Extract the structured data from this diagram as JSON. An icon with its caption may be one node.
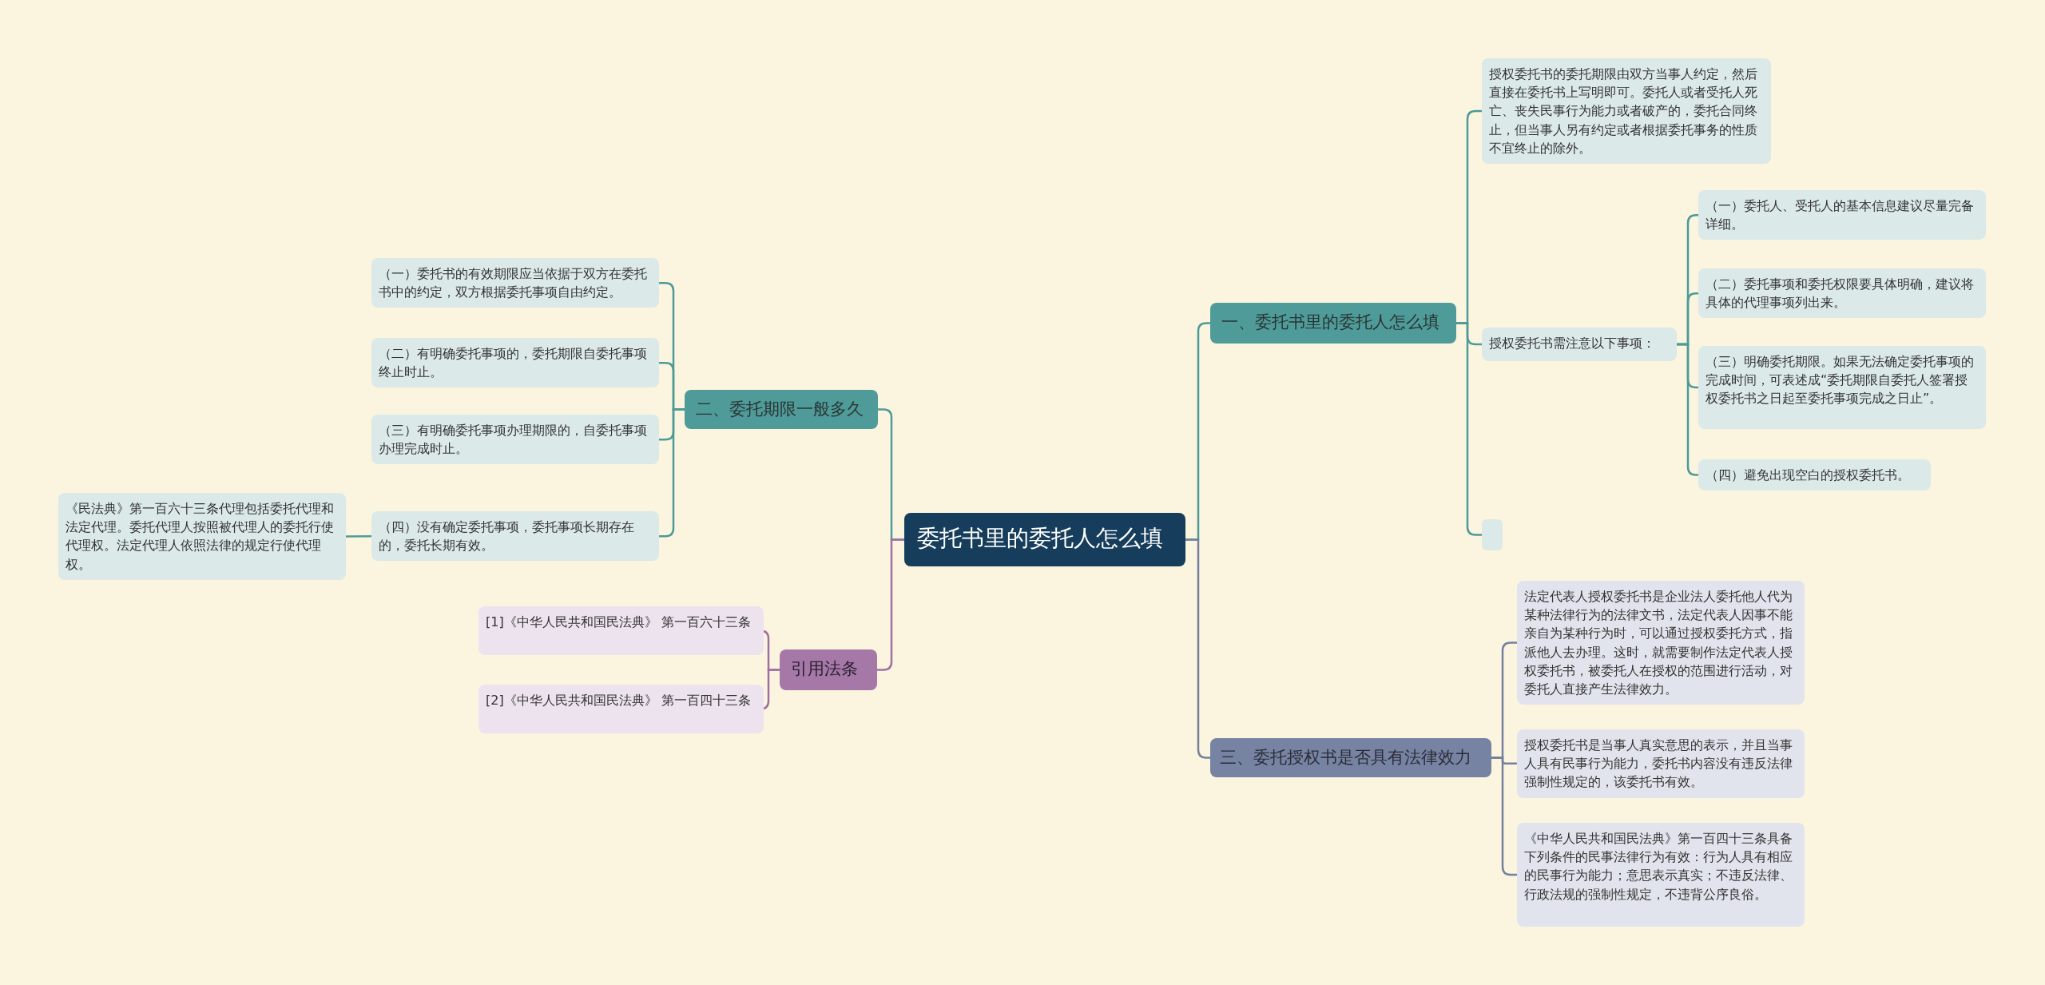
{
  "diagram": {
    "nodes": [
      {
        "text": [
          "委托书里的委托人怎么填"
        ]
      },
      {
        "text": [
          "一、委托书里的委托人怎么填"
        ]
      },
      {
        "text": [
          "授权委托书的委托期限由双方当事人约定，然后直接在委托书上写明即可。委托人或者受托人死亡、丧失民事行为能力或者破产的，委托合同终止，但当事人另有约定或者根据委托事务的性质不宜终止的除外。"
        ]
      },
      {
        "text": [
          "授权委托书需注意以下事项："
        ]
      },
      {
        "text": [
          "（一）委托人、受托人的基本信息建议尽量完备详细。"
        ]
      },
      {
        "text": [
          "（二）委托事项和委托权限要具体明确，建议将具体的代理事项列出来。"
        ]
      },
      {
        "text": [
          "（三）明确委托期限。如果无法确定委托事项的完成时间，可表述成“委托期限自委托人签署授权委托书之日起至委托事项完成之日止”。"
        ]
      },
      {
        "text": [
          "（四）避免出现空白的授权委托书。"
        ]
      },
      {
        "text": [],
        "shape": "box"
      },
      {
        "text": [
          "三、委托授权书是否具有法律效力"
        ]
      },
      {
        "text": [
          "法定代表人授权委托书是企业法人委托他人代为某种法律行为的法律文书，法定代表人因事不能亲自为某种行为时，可以通过授权委托方式，指派他人去办理。这时，就需要制作法定代表人授权委托书，被委托人在授权的范围进行活动，对委托人直接产生法律效力。"
        ]
      },
      {
        "text": [
          "授权委托书是当事人真实意思的表示，并且当事人具有民事行为能力，委托书内容没有违反法律强制性规定的，该委托书有效。"
        ]
      },
      {
        "text": [
          "《中华人民共和国民法典》第一百四十三条具备下列条件的民事法律行为有效：行为人具有相应的民事行为能力；意思表示真实；不违反法律、行政法规的强制性规定，不违背公序良俗。"
        ]
      },
      {
        "text": [
          "二、委托期限一般多久"
        ]
      },
      {
        "text": [
          "（一）委托书的有效期限应当依据于双方在委托书中的约定，双方根据委托事项自由约定。"
        ]
      },
      {
        "text": [
          "（二）有明确委托事项的，委托期限自委托事项终止时止。"
        ]
      },
      {
        "text": [
          "（三）有明确委托事项办理期限的，自委托事项办理完成时止。"
        ]
      },
      {
        "text": [
          "（四）没有确定委托事项，委托事项长期存在的，委托长期有效。"
        ]
      },
      {
        "text": [
          "《民法典》第一百六十三条代理包括委托代理和法定代理。委托代理人按照被代理人的委托行使代理权。法定代理人依照法律的规定行使代理权。"
        ]
      },
      {
        "text": [
          "引用法条"
        ]
      },
      {
        "text": [
          "[1]《中华人民共和国民法典》 第一百六十三条"
        ]
      },
      {
        "text": [
          "[2]《中华人民共和国民法典》 第一百四十三条"
        ]
      }
    ],
    "edges": [
      {
        "from": 0,
        "to": 1,
        "arrow": "none"
      },
      {
        "from": 1,
        "to": 2,
        "arrow": "none"
      },
      {
        "from": 1,
        "to": 3,
        "arrow": "none"
      },
      {
        "from": 3,
        "to": 4,
        "arrow": "none"
      },
      {
        "from": 3,
        "to": 5,
        "arrow": "none"
      },
      {
        "from": 3,
        "to": 6,
        "arrow": "none"
      },
      {
        "from": 3,
        "to": 7,
        "arrow": "none"
      },
      {
        "from": 1,
        "to": 8,
        "arrow": "none"
      },
      {
        "from": 0,
        "to": 9,
        "arrow": "none",
        "color": "#76809e"
      },
      {
        "from": 9,
        "to": 10,
        "arrow": "none",
        "color": "#76809e"
      },
      {
        "from": 9,
        "to": 11,
        "arrow": "none",
        "color": "#76809e"
      },
      {
        "from": 9,
        "to": 12,
        "arrow": "none",
        "color": "#76809e"
      },
      {
        "from": 0,
        "to": 13,
        "arrow": "none"
      },
      {
        "from": 13,
        "to": 14,
        "arrow": "none"
      },
      {
        "from": 13,
        "to": 15,
        "arrow": "none"
      },
      {
        "from": 13,
        "to": 16,
        "arrow": "none"
      },
      {
        "from": 13,
        "to": 17,
        "arrow": "none"
      },
      {
        "from": 17,
        "to": 18,
        "arrow": "none"
      },
      {
        "from": 0,
        "to": 19,
        "arrow": "none",
        "color": "#a070a4"
      },
      {
        "from": 19,
        "to": 20,
        "arrow": "none",
        "color": "#a070a4"
      },
      {
        "from": 19,
        "to": 21,
        "arrow": "none",
        "color": "#a070a4"
      }
    ]
  }
}
